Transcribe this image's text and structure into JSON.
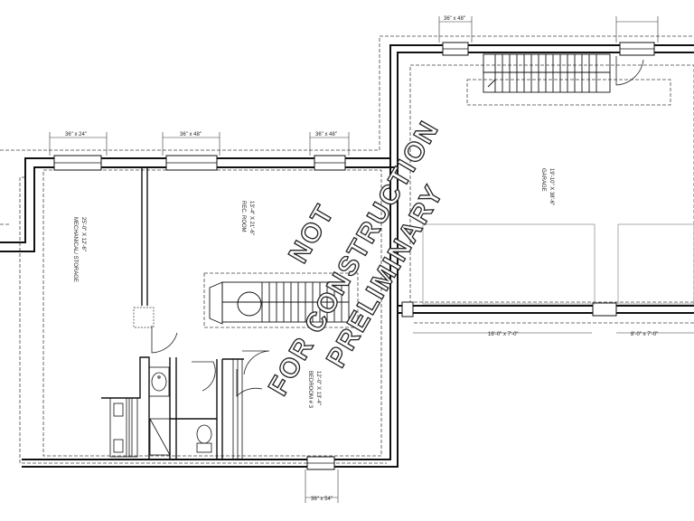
{
  "rooms": {
    "mechanical": {
      "name": "MECHANICAL/ STORAGE",
      "size": "25'-0\" X 12'-6\""
    },
    "rec_room": {
      "name": "REC. ROOM",
      "size": "13'-4\" X 21'-6\""
    },
    "bedroom": {
      "name": "BEDROOM # 3",
      "size": "12'-0\" X 13'-4\""
    },
    "garage": {
      "name": "GARAGE",
      "size": "19'-10\" X 38'-6\""
    }
  },
  "windows": {
    "w1": "36\" x 24\"",
    "w2": "36\" x 48\"",
    "w3": "36\" x 48\"",
    "w4": "36\" x 48\"",
    "w5": "36\" x 54\""
  },
  "garage_doors": {
    "d1": "16'-0\" x 7'-0\"",
    "d2": "8'-0\" x 7'-0\""
  },
  "watermark": {
    "line1": "NOT",
    "line2": "FOR CONSTRUCTION",
    "line3": "PRELIMINARY"
  }
}
